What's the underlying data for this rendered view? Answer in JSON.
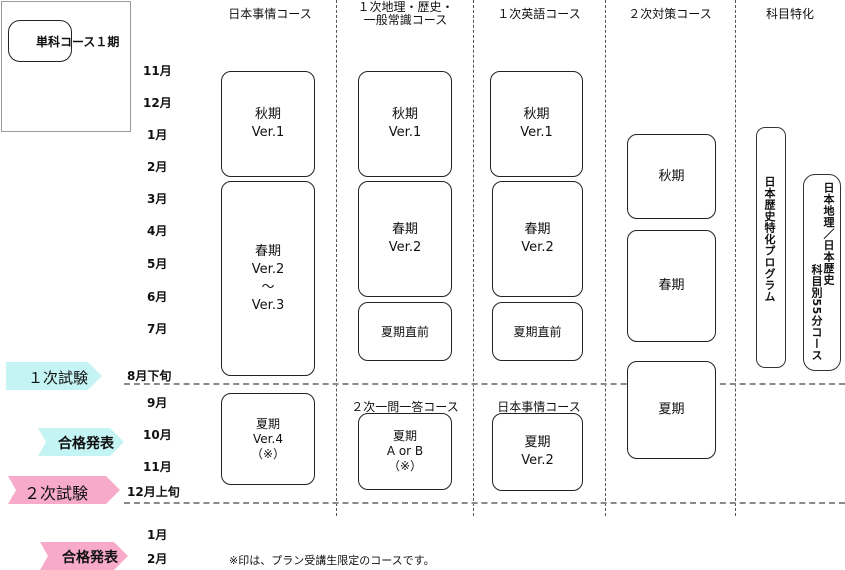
{
  "legend": {
    "label": "単科コース１期"
  },
  "columns": {
    "nihon_jijo": "日本事情コース",
    "chiri_rekishi_line1": "１次地理・歴史・",
    "chiri_rekishi_line2": "一般常識コース",
    "eigo": "１次英語コース",
    "niji": "２次対策コース",
    "tokka": "科目特化"
  },
  "months": [
    "11月",
    "12月",
    "1月",
    "2月",
    "3月",
    "4月",
    "5月",
    "6月",
    "7月",
    "8月下旬",
    "9月",
    "10月",
    "11月",
    "12月上旬",
    "1月",
    "2月"
  ],
  "events": {
    "first_exam": "１次試験",
    "first_result": "合格発表",
    "second_exam": "２次試験",
    "second_result": "合格発表"
  },
  "colors": {
    "teal": "#c4f4f4",
    "pink": "#f7aac9"
  },
  "boxes": {
    "nj_autumn": {
      "line1": "秋期",
      "line2": "Ver.1"
    },
    "nj_spring": {
      "line1": "春期",
      "line2": "Ver.2",
      "line3": "〜",
      "line4": "Ver.3"
    },
    "nj_summer": {
      "line1": "夏期",
      "line2": "Ver.4",
      "line3": "（※）"
    },
    "cr_autumn": {
      "line1": "秋期",
      "line2": "Ver.1"
    },
    "cr_spring": {
      "line1": "春期",
      "line2": "Ver.2"
    },
    "cr_summer_direct": "夏期直前",
    "cr_section2_header": "２次一問一答コース",
    "cr_summer": {
      "line1": "夏期",
      "line2": "A or B",
      "line3": "（※）"
    },
    "en_autumn": {
      "line1": "秋期",
      "line2": "Ver.1"
    },
    "en_spring": {
      "line1": "春期",
      "line2": "Ver.2"
    },
    "en_summer_direct": "夏期直前",
    "en_section2_header": "日本事情コース",
    "en_summer": {
      "line1": "夏期",
      "line2": "Ver.2"
    },
    "nt_autumn": "秋期",
    "nt_spring": "春期",
    "nt_summer": "夏期"
  },
  "tokka": {
    "program1": "日本歴史特化プログラム",
    "program2_line1": "日本地理／日本歴史",
    "program2_line2": "科目別55分コース"
  },
  "note": "※印は、プラン受講生限定のコースです。"
}
